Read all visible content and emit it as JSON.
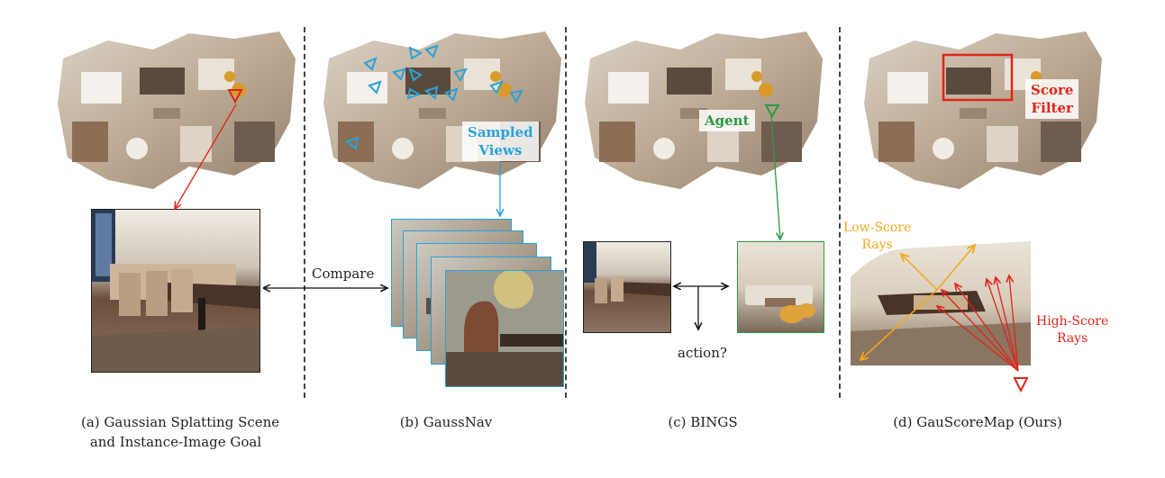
{
  "panels": [
    {
      "caption_line1": "(a) Gaussian Splatting Scene",
      "caption_line2": "and Instance-Image Goal"
    },
    {
      "caption_line1": "(b) GaussNav"
    },
    {
      "caption_line1": "(c) BINGS"
    },
    {
      "caption_line1": "(d) GauScoreMap (Ours)"
    }
  ],
  "labels": {
    "compare": "Compare",
    "sampled_views": "Sampled\nViews",
    "sampled_line1": "Sampled",
    "sampled_line2": "Views",
    "agent": "Agent",
    "action": "action?",
    "score_line1": "Score",
    "score_line2": "Filter",
    "low_line1": "Low-Score",
    "low_line2": "Rays",
    "high_line1": "High-Score",
    "high_line2": "Rays"
  },
  "colors": {
    "goal_red": "#e0241b",
    "sampled_blue": "#2aa3d8",
    "agent_green": "#2a9a45",
    "low_score_orange": "#f2a81d",
    "high_score_red": "#e0241b",
    "map_floor": "#b9a58e"
  }
}
